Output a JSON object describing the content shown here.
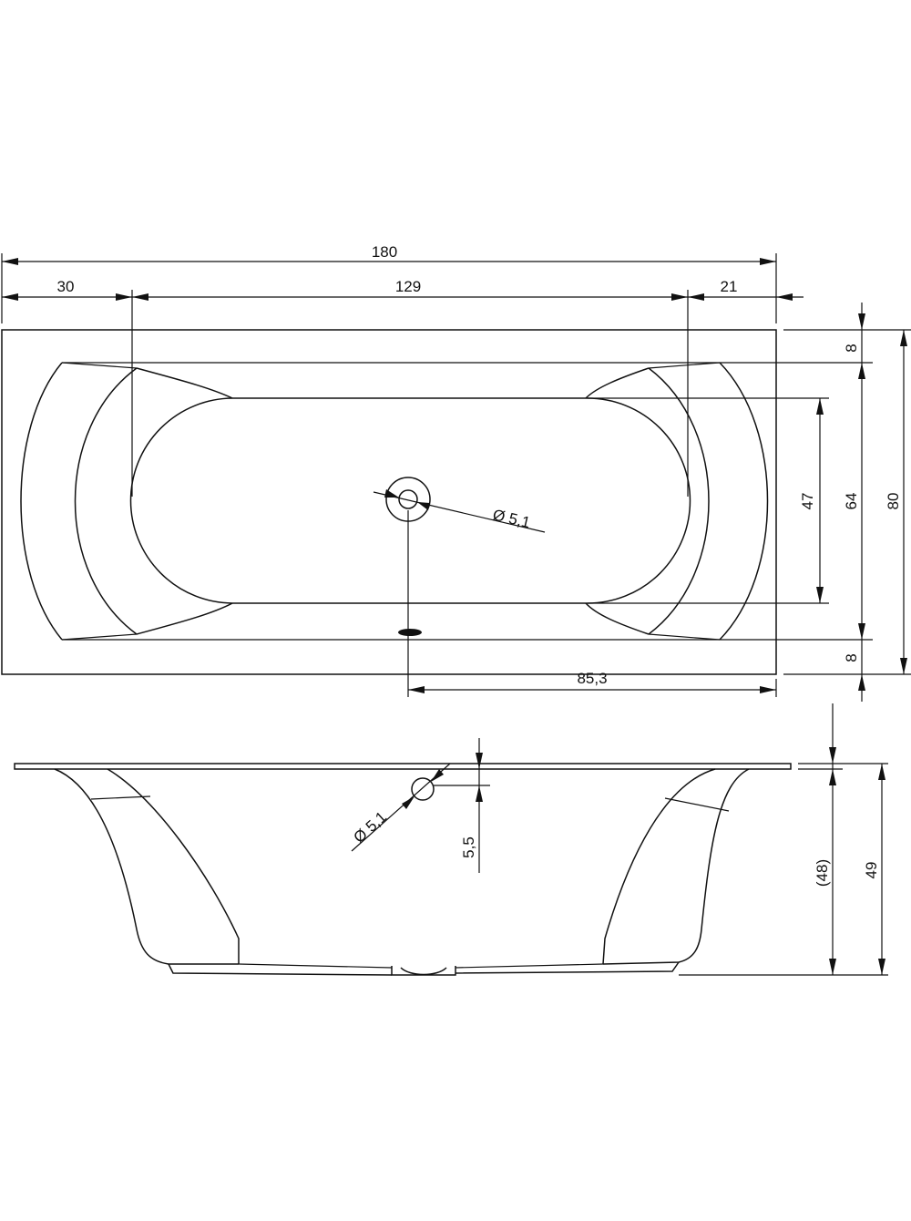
{
  "top_view": {
    "overall_length": "180",
    "left_offset": "30",
    "inner_length": "129",
    "right_offset": "21",
    "rim_top": "8",
    "rim_bottom": "8",
    "inner_width": "47",
    "basin_width": "64",
    "overall_width": "80",
    "drain_diameter": "Ø 5,1",
    "drain_position": "85,3"
  },
  "side_view": {
    "overflow_diameter": "Ø 5,1",
    "overflow_offset": "5,5",
    "inner_depth": "(48)",
    "overall_height": "49"
  }
}
